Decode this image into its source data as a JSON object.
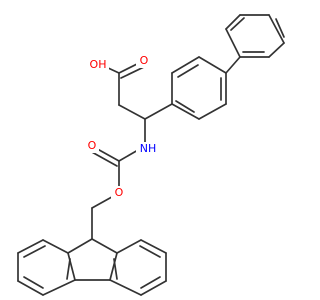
{
  "molecule": {
    "atoms": {
      "hydroxyl": "OH",
      "carbonyl_oxygen": "O",
      "carbamate_carbonyl_oxygen": "O",
      "ester_oxygen": "O",
      "amine": "NH"
    },
    "colors": {
      "bond": "#333333",
      "oxygen": "#ff0000",
      "nitrogen": "#0000ff"
    }
  }
}
